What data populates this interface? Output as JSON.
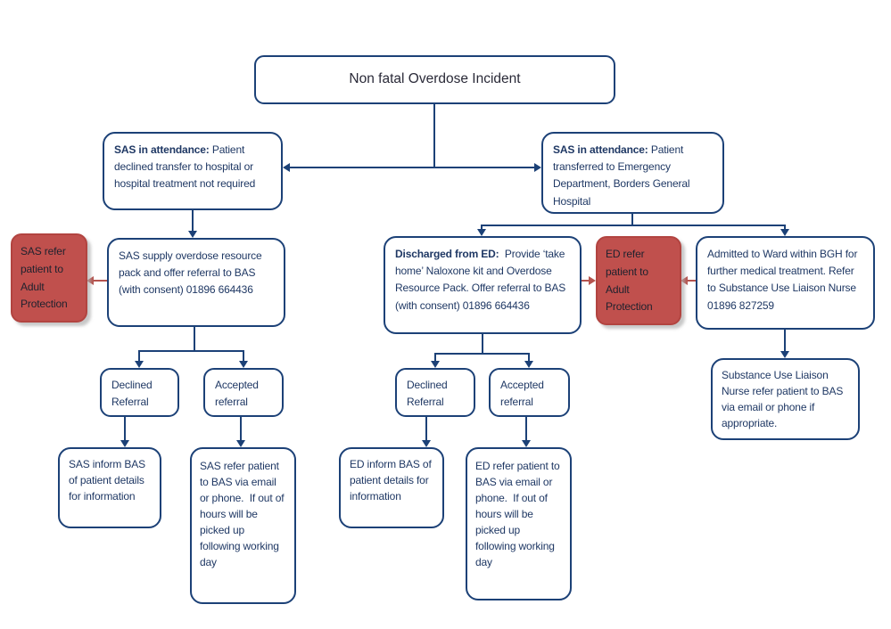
{
  "diagram": {
    "colors": {
      "line_navy": "#1c4177",
      "box_border_navy": "#1c4177",
      "text_navy": "#1f3864",
      "red_fill": "#c0504d",
      "red_border": "#b24440",
      "red_arrow": "#b5544f",
      "background": "#ffffff"
    },
    "nodes": {
      "title_box": {
        "text": "Non fatal Overdose Incident"
      },
      "sas_attendance_declined": {
        "bold": "SAS in attendance:",
        "rest": " Patient declined transfer to hospital or hospital treatment not required"
      },
      "sas_attendance_transferred": {
        "bold": "SAS in attendance:",
        "rest": " Patient transferred to Emergency Department, Borders General Hospital"
      },
      "sas_adult_protection": {
        "text": "SAS refer patient to Adult Protection"
      },
      "sas_supply_pack": {
        "text": "SAS supply overdose resource pack and offer referral to BAS (with consent) 01896 664436"
      },
      "discharged_from_ed": {
        "bold": "Discharged from ED:",
        "rest": "  Provide ‘take home’ Naloxone kit and Overdose Resource Pack. Offer referral to BAS (with consent) 01896 664436"
      },
      "ed_adult_protection": {
        "text": "ED refer patient to Adult Protection"
      },
      "admitted_to_ward": {
        "text": "Admitted to Ward within BGH for further medical treatment. Refer to Substance Use Liaison Nurse 01896 827259"
      },
      "sas_declined_referral": {
        "text": "Declined Referral"
      },
      "sas_accepted_referral": {
        "text": "Accepted referral"
      },
      "ed_declined_referral": {
        "text": "Declined Referral"
      },
      "ed_accepted_referral": {
        "text": "Accepted referral"
      },
      "liaison_nurse_refer": {
        "text": "Substance Use Liaison Nurse refer patient to BAS via email or phone if appropriate."
      },
      "sas_inform_bas": {
        "text": "SAS inform BAS of patient details for information"
      },
      "sas_refer_bas": {
        "text": "SAS refer patient to BAS via email or phone.  If out of hours will be picked up following working day"
      },
      "ed_inform_bas": {
        "text": "ED inform BAS of patient details for information"
      },
      "ed_refer_bas": {
        "text": "ED refer patient to BAS via email or phone.  If out of hours will be picked up following working day"
      }
    }
  }
}
